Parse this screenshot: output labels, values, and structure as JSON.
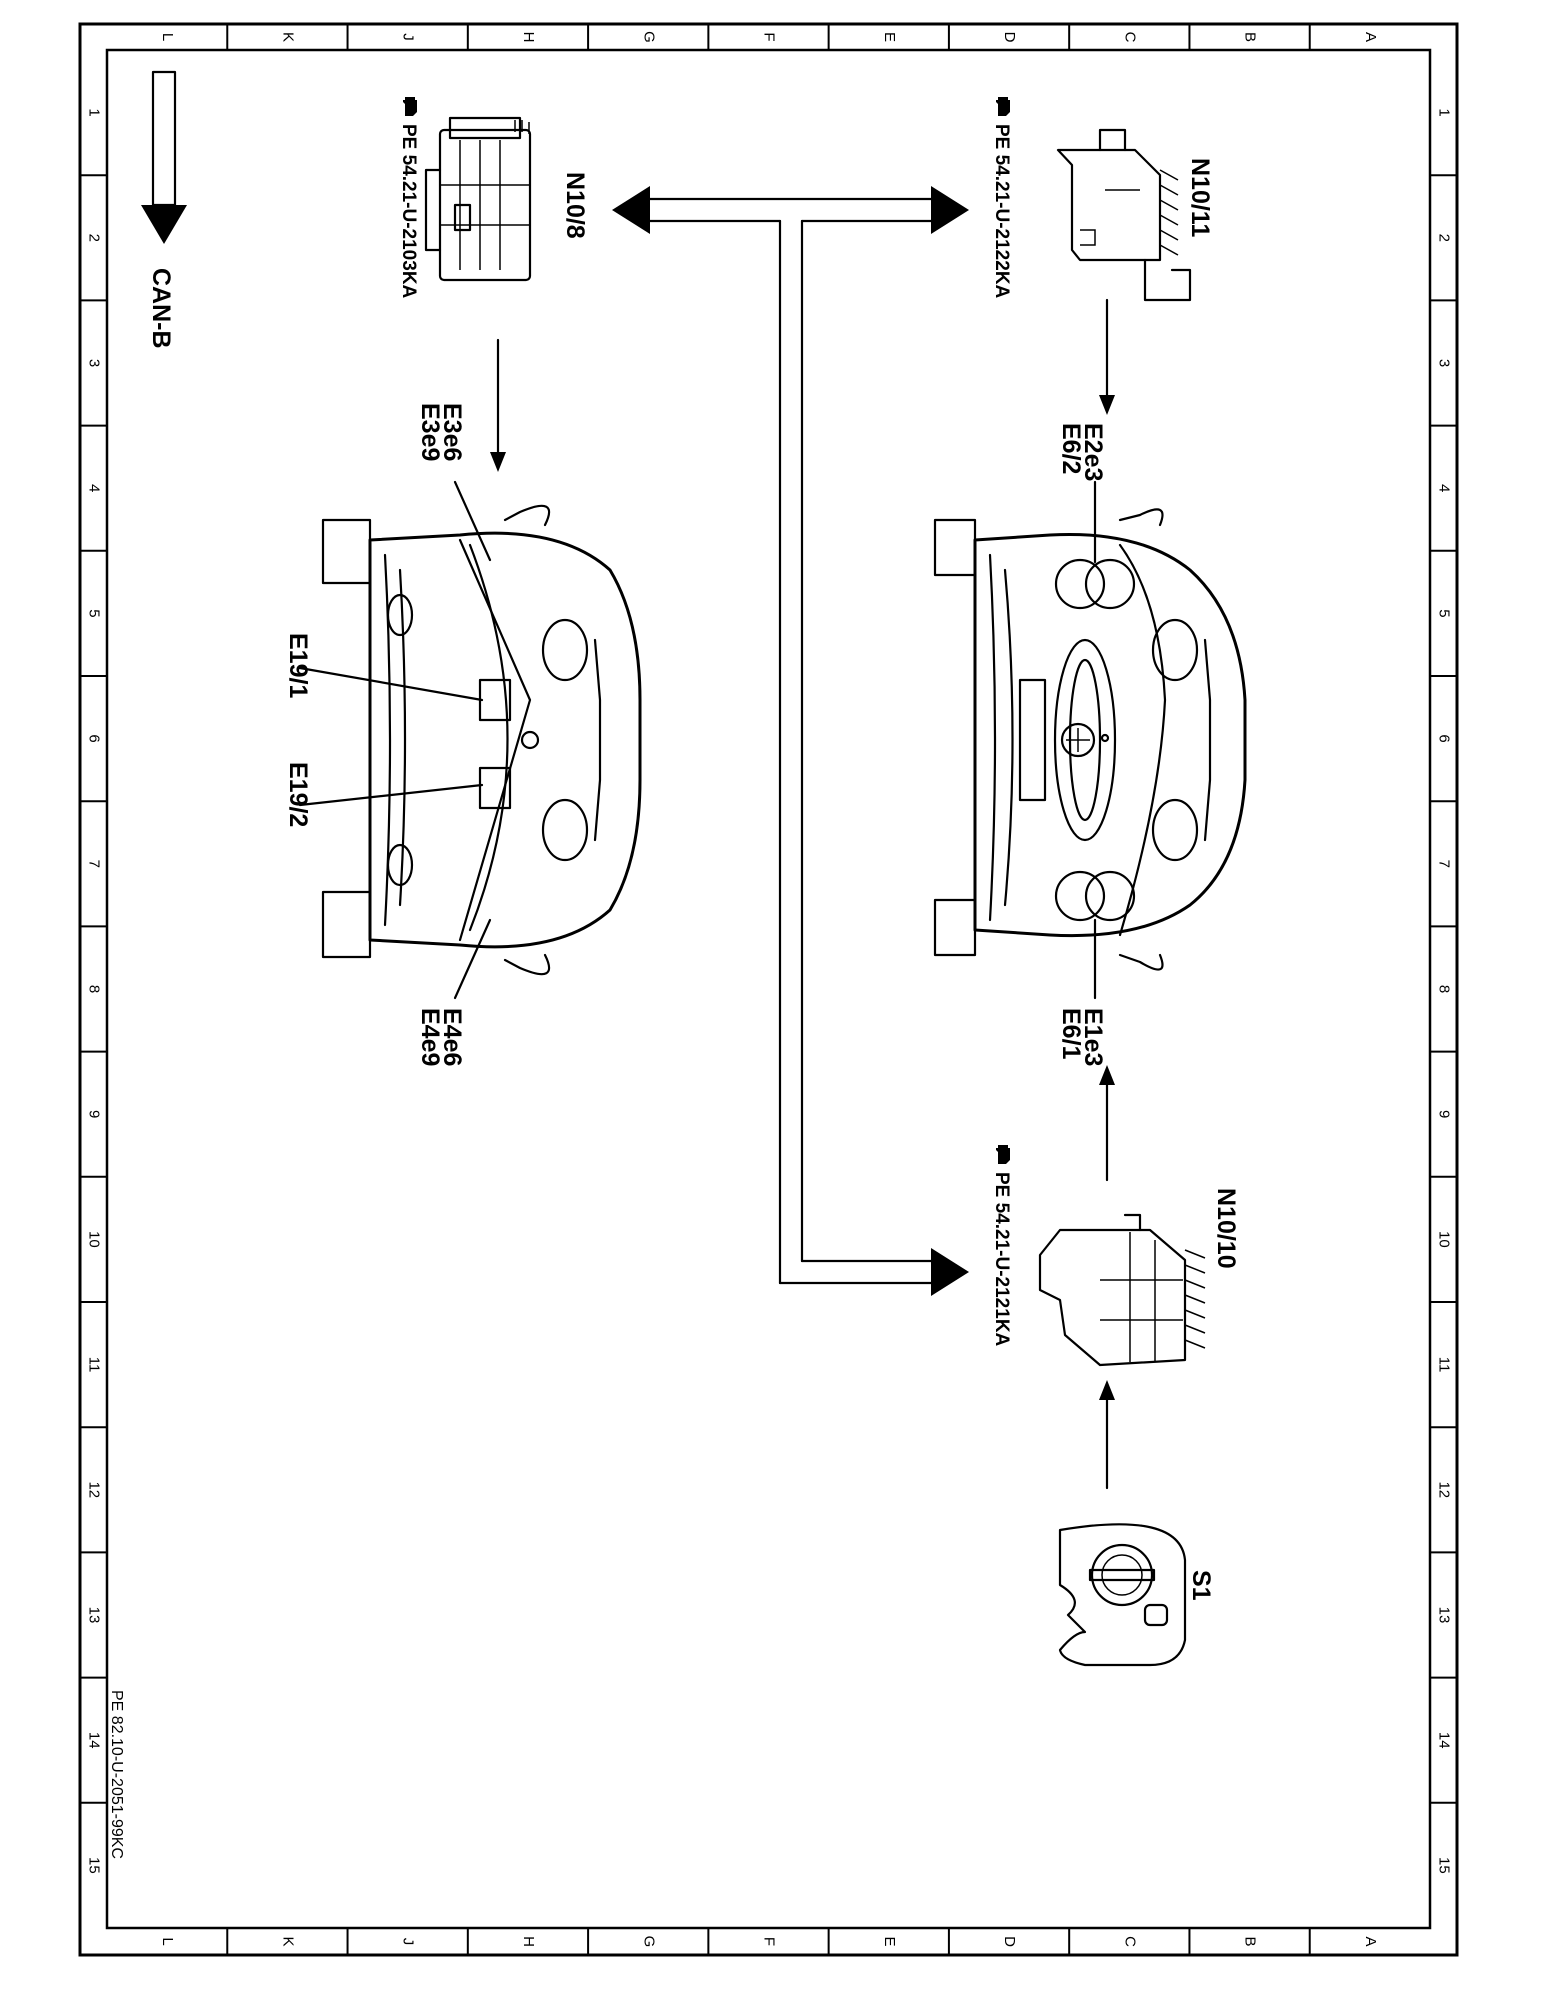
{
  "grid": {
    "columns": [
      "L",
      "K",
      "J",
      "H",
      "G",
      "F",
      "E",
      "D",
      "C",
      "B",
      "A"
    ],
    "rows": [
      "1",
      "2",
      "3",
      "4",
      "5",
      "6",
      "7",
      "8",
      "9",
      "10",
      "11",
      "12",
      "13",
      "14",
      "15"
    ]
  },
  "legend": {
    "label": "CAN-B"
  },
  "components": {
    "n10_8": {
      "label": "N10/8",
      "doc_ref": "PE 54.21-U-2103KA"
    },
    "n10_11": {
      "label": "N10/11",
      "doc_ref": "PE 54.21-U-2122KA"
    },
    "n10_10": {
      "label": "N10/10",
      "doc_ref": "PE 54.21-U-2121KA"
    },
    "s1": {
      "label": "S1"
    }
  },
  "front_car": {
    "left_labels": [
      "E2e3",
      "E6/2"
    ],
    "right_labels": [
      "E1e3",
      "E6/1"
    ]
  },
  "rear_car": {
    "left_labels": [
      "E3e6",
      "E3e9"
    ],
    "right_labels": [
      "E4e6",
      "E4e9"
    ],
    "center_left": "E19/1",
    "center_right": "E19/2"
  },
  "footer": {
    "doc_id": "PE 82.10-U-2051-99KC"
  },
  "icons": [
    "pointing-hand-icon",
    "arrow-down-icon"
  ]
}
